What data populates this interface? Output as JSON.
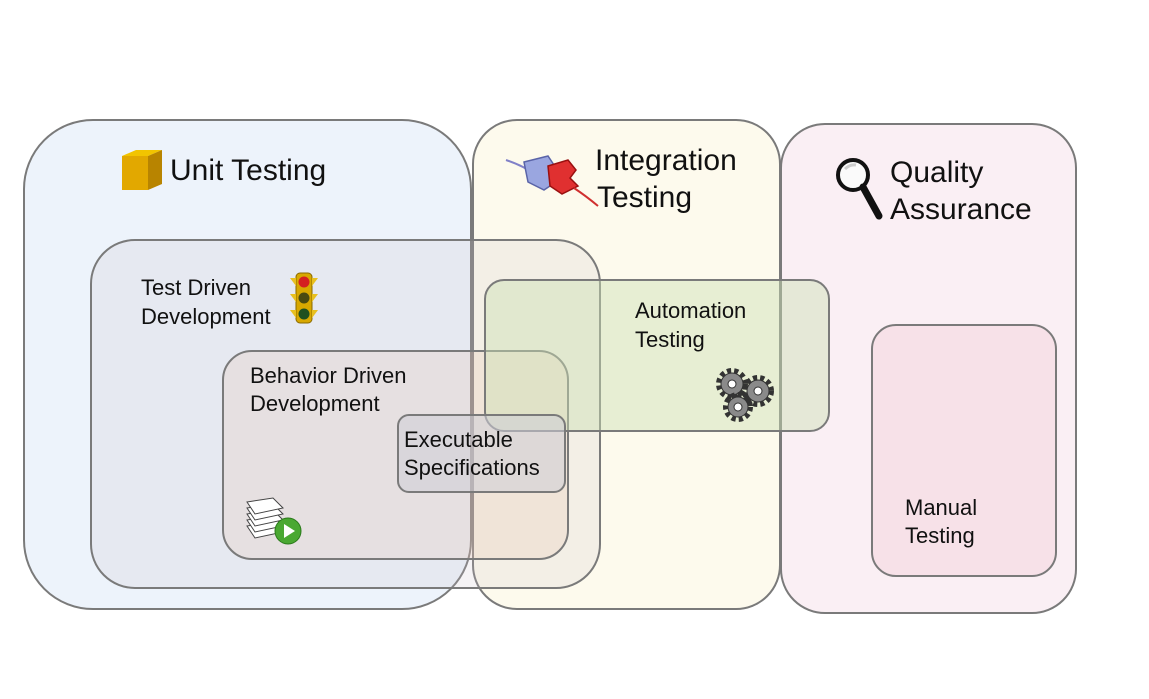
{
  "diagram": {
    "unit_testing": {
      "label": "Unit Testing",
      "icon": "cube-icon"
    },
    "integration_testing": {
      "label_line1": "Integration",
      "label_line2": "Testing",
      "icon": "puzzle-pieces-icon"
    },
    "quality_assurance": {
      "label_line1": "Quality",
      "label_line2": "Assurance",
      "icon": "magnifying-glass-icon"
    },
    "test_driven_development": {
      "label_line1": "Test Driven",
      "label_line2": "Development",
      "icon": "traffic-light-icon"
    },
    "behavior_driven_development": {
      "label_line1": "Behavior Driven",
      "label_line2": "Development",
      "icon": "document-play-icon"
    },
    "executable_specifications": {
      "label_line1": "Executable",
      "label_line2": "Specifications"
    },
    "automation_testing": {
      "label_line1": "Automation",
      "label_line2": "Testing",
      "icon": "gears-icon"
    },
    "manual_testing": {
      "label_line1": "Manual",
      "label_line2": "Testing"
    }
  }
}
